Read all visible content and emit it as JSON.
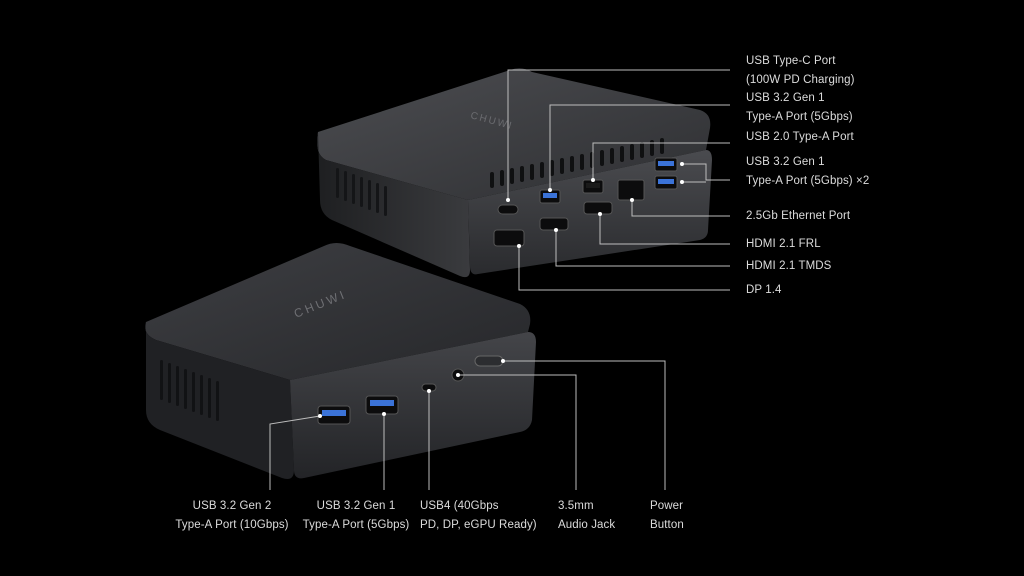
{
  "image": {
    "subject": "mini-pc-port-diagram",
    "background_color": "#000000",
    "device_color": "#3a3b3e",
    "accent_port_color": "#3b73d8"
  },
  "labels": {
    "usb_c_pd": [
      "USB Type-C Port",
      "(100W PD Charging)"
    ],
    "usb32_gen1_rear": [
      "USB 3.2 Gen 1",
      "Type-A Port (5Gbps)"
    ],
    "usb20": [
      "USB 2.0 Type-A Port"
    ],
    "usb32_gen1_x2": [
      "USB 3.2 Gen 1",
      "Type-A Port (5Gbps) ×2"
    ],
    "ethernet": [
      "2.5Gb Ethernet Port"
    ],
    "hdmi_frl": [
      "HDMI 2.1 FRL"
    ],
    "hdmi_tmds": [
      "HDMI 2.1 TMDS"
    ],
    "dp": [
      "DP 1.4"
    ],
    "usb32_gen2_front": [
      "USB 3.2 Gen 2",
      "Type-A Port (10Gbps)"
    ],
    "usb32_gen1_front": [
      "USB 3.2 Gen 1",
      "Type-A Port (5Gbps)"
    ],
    "usb4": [
      "USB4 (40Gbps",
      "PD, DP, eGPU Ready)"
    ],
    "audio": [
      "3.5mm",
      "Audio Jack"
    ],
    "power": [
      "Power",
      "Button"
    ]
  }
}
